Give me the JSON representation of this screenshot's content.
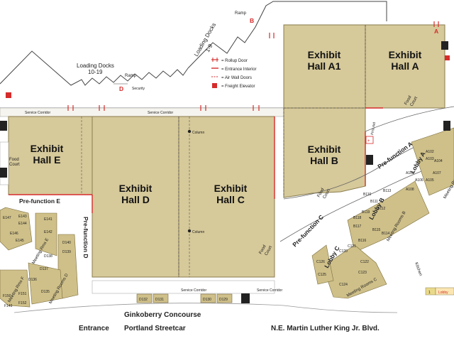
{
  "halls": [
    {
      "id": "a1",
      "line1": "Exhibit",
      "line2": "Hall A1"
    },
    {
      "id": "a",
      "line1": "Exhibit",
      "line2": "Hall A"
    },
    {
      "id": "b",
      "line1": "Exhibit",
      "line2": "Hall B"
    },
    {
      "id": "c",
      "line1": "Exhibit",
      "line2": "Hall C"
    },
    {
      "id": "d",
      "line1": "Exhibit",
      "line2": "Hall D"
    },
    {
      "id": "e",
      "line1": "Exhibit",
      "line2": "Hall E"
    }
  ],
  "legend": {
    "rollup": "= Rollup Door",
    "entrance_interior": "= Entrance Interior",
    "air_wall": "= Air Wall Doors",
    "freight": "= Freight Elevator"
  },
  "labels": {
    "loading_1_9_a": "Loading Docks",
    "loading_1_9_b": "1-9",
    "loading_10_19_a": "Loading Docks",
    "loading_10_19_b": "10-19",
    "ramp_top": "Ramp",
    "ramp_mid": "Ramp",
    "security": "Security",
    "marker_a": "A",
    "marker_b": "B",
    "marker_d": "D",
    "service_corridor": "Service Corridor",
    "column": "Column",
    "food_court": "Food",
    "food_court2": "Court",
    "prefunction_a": "Pre-function A",
    "prefunction_c": "Pre-function C",
    "prefunction_d": "Pre-function D",
    "prefunction_e": "Pre-function E",
    "lobby_a": "Lobby A",
    "lobby_b": "Lobby B",
    "lobby_c": "Lobby C",
    "meeting_b": "Meeting Rooms B",
    "meeting_c": "Meeting Rooms C",
    "meeting_d": "Meeting Rooms D",
    "meeting_e": "Meeting Rms E",
    "meeting_a": "Meeting Rooms A",
    "meeting_f": "Meeting Rms F",
    "kitchen": "Kitchen",
    "first_aid": "First Aid",
    "ginkoberry": "Ginkoberry Concourse",
    "entrance": "Entrance",
    "streetcar": "Portland Streetcar",
    "mlk": "N.E. Martin Luther King Jr. Blvd.",
    "level": "1",
    "lobby_partial": "Lobby"
  },
  "rooms": {
    "d_row": [
      "D132",
      "D131",
      "D130",
      "D129"
    ],
    "e_rooms": [
      "E143",
      "E144",
      "E141",
      "E145",
      "E142",
      "E146",
      "E147"
    ],
    "d_rooms": [
      "D140",
      "D139",
      "D138",
      "D137",
      "D136",
      "D135"
    ],
    "f_rooms": [
      "F149",
      "F150",
      "F151",
      "F152"
    ],
    "b_rooms": [
      "B110",
      "B111",
      "B112",
      "B113",
      "B114",
      "B115",
      "B116",
      "B117",
      "B118",
      "B119"
    ],
    "c_rooms": [
      "C120",
      "C121",
      "C122",
      "C123",
      "C124",
      "C125",
      "C126"
    ],
    "a_rooms": [
      "A102",
      "A103",
      "A104",
      "A105",
      "A106",
      "A107",
      "A108",
      "A109"
    ]
  },
  "colors": {
    "hall": "#d6c99a",
    "hall_stroke": "#8a7d4e",
    "accent_red": "#d62b2b",
    "room": "#cfc089",
    "corridor": "#f3f1ea"
  }
}
